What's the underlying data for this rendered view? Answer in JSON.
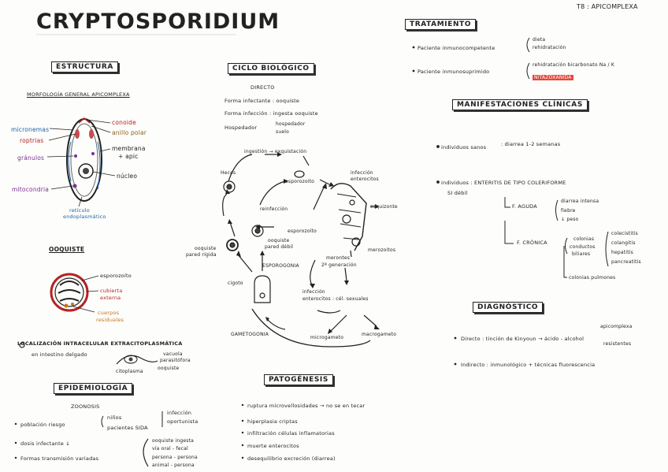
{
  "title": "CRYPTOSPORIDIUM",
  "header_tag": "T8 : APICOMPLEXA",
  "estructura": {
    "heading": "ESTRUCTURA",
    "subheading": "MORFOLOGÍA GENERAL APICOMPLEXA",
    "labels_left": [
      "micronemas",
      "roptrias",
      "gránulos",
      "mitocondria"
    ],
    "labels_right": [
      "conoide",
      "anillo polar",
      "membrana",
      "+ apic",
      "núcleo"
    ],
    "label_bottom": [
      "retículo",
      "endoplasmático"
    ]
  },
  "ooquiste": {
    "heading": "OOQUISTE",
    "labels": [
      "esporozoíto",
      "cubierta",
      "externa",
      "cuerpos",
      "residuales"
    ]
  },
  "localizacion": {
    "text1": "LOCALIZACIÓN INTRACELULAR EXTRACITOPLASMÁTICA",
    "text2": "en intestino delgado",
    "vac1": "vacuola",
    "vac2": "parasitófora",
    "ooq": "ooquiste",
    "cito": "citoplasma"
  },
  "epidemiologia": {
    "heading": "EPIDEMIOLOGÍA",
    "zoonosis": "ZOONOSIS",
    "b1": "población riesgo",
    "b1a": "niños",
    "b1b": "pacientes SIDA",
    "inf1": "infección",
    "inf2": "oportunista",
    "b2": "dosis infectante ↓",
    "b3": "Formas transmisión variadas",
    "t1": "ooquiste ingesta",
    "t2": "vía oral - fecal",
    "t3": "persona - persona",
    "t4": "animal - persona"
  },
  "ciclo": {
    "heading": "CICLO BIOLÓGICO",
    "directo": "DIRECTO",
    "l1": "Forma infectante : ooquiste",
    "l2": "Forma infección : ingesta ooquiste",
    "l3": "Hospedador",
    "l3a": "hospedador",
    "l3b": "suelo",
    "heces": "Heces",
    "ingesta": "ingestión → exquistación",
    "esporozoito": "esporozoíto",
    "infeccion_ent": [
      "infección",
      "enterocitos"
    ],
    "esquizonte": "esquizonte",
    "merozoitos": "merozoitos",
    "merontes": [
      "merontes",
      "2ª generación"
    ],
    "reinfeccion": "reinfección",
    "esporozoito2": "esporozoíto",
    "ooquiste_debil": [
      "ooquiste",
      "pared débil"
    ],
    "ooquiste_rigida": [
      "ooquiste",
      "pared rígida"
    ],
    "esporogonia": "ESPOROGONIA",
    "cigoto": "cigoto",
    "gametogonia": "GAMETOGONIA",
    "infeccion_sex": [
      "infección",
      "enterocitos : cél. sexuales"
    ],
    "microgameto": "microgameto",
    "macrogameto": "macrogameto"
  },
  "patogenesis": {
    "heading": "PATOGÉNESIS",
    "items": [
      "ruptura microvellosidades → no se en tecar",
      "hiperplasia criptas",
      "infiltración células inflamatorias",
      "muerte enterocitos",
      "desequilibrio excreción (diarrea)"
    ]
  },
  "tratamiento": {
    "heading": "TRATAMIENTO",
    "p1": "Paciente inmunocompetente",
    "p1a": "dieta",
    "p1b": "rehidratación",
    "p2": "Paciente inmunosuprimido",
    "p2a": "rehidratación bicarbonato Na / K",
    "p2b": "NITAZOXANIDA"
  },
  "manifestaciones": {
    "heading": "MANIFESTACIONES CLÍNICAS",
    "i1": "individuos sanos",
    "i1a": ": diarrea 1-2 semanas",
    "i2": "individuos : ENTERITIS DE TIPO COLERIFORME",
    "i2b": "SI débil",
    "aguda": "F. AGUDA",
    "ag1": "diarrea intensa",
    "ag2": "fiebre",
    "ag3": "↓ peso",
    "cronica": "F. CRÓNICA",
    "cr1": "colonias",
    "cr2": "conductos",
    "cr3": "biliares",
    "cr4": "colecistitis",
    "cr5": "colangitis",
    "cr6": "hepatitis",
    "cr7": "pancreatitis",
    "cr8": "colonias pulmones"
  },
  "diagnostico": {
    "heading": "DIAGNÓSTICO",
    "d1": "Directo : tinción de Kinyoun → ácido - alcohol",
    "d1a": "apicomplexa",
    "d1b": "resistentes",
    "d2": "Indirecto : inmunológico + técnicas fluorescencia"
  }
}
